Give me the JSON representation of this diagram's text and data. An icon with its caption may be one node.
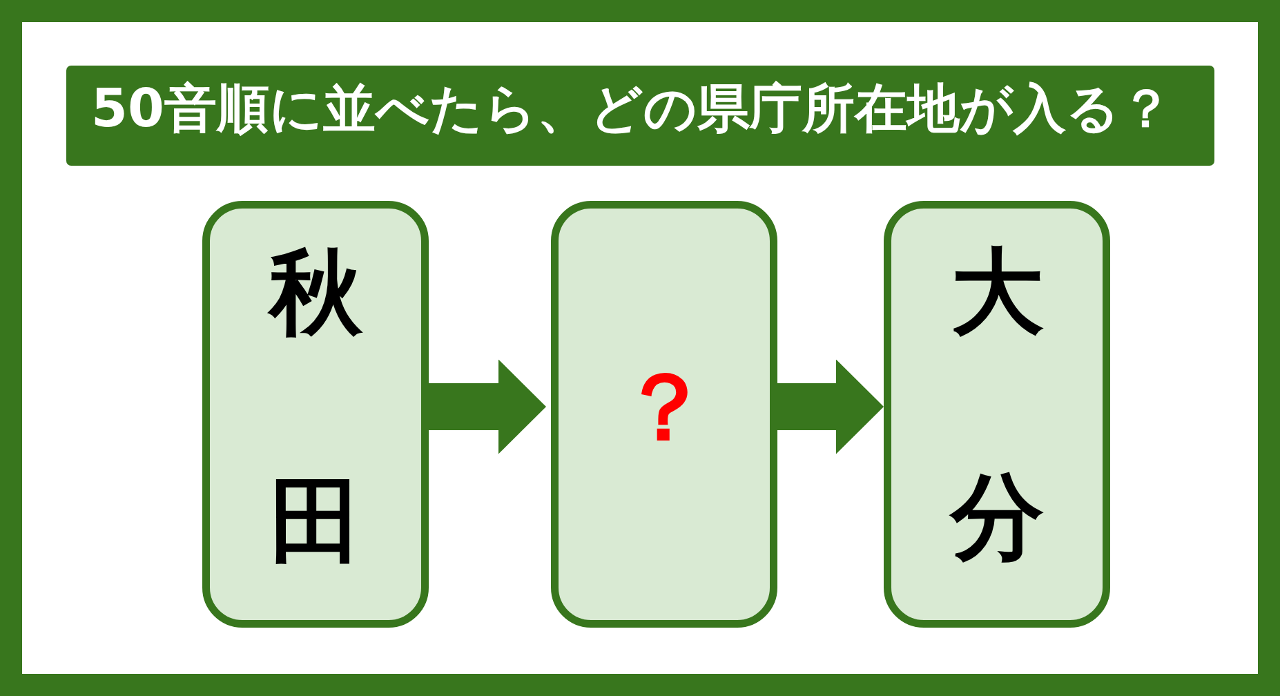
{
  "diagram": {
    "title": "50音順に並べたら、どの県庁所在地が入る？",
    "nodes": [
      {
        "text": [
          "秋田"
        ]
      },
      {
        "text": [
          "？"
        ]
      },
      {
        "text": [
          "大分"
        ]
      }
    ],
    "edges": [
      {
        "from": 0,
        "to": 1,
        "arrow": "to"
      },
      {
        "from": 1,
        "to": 2,
        "arrow": "to"
      }
    ]
  }
}
